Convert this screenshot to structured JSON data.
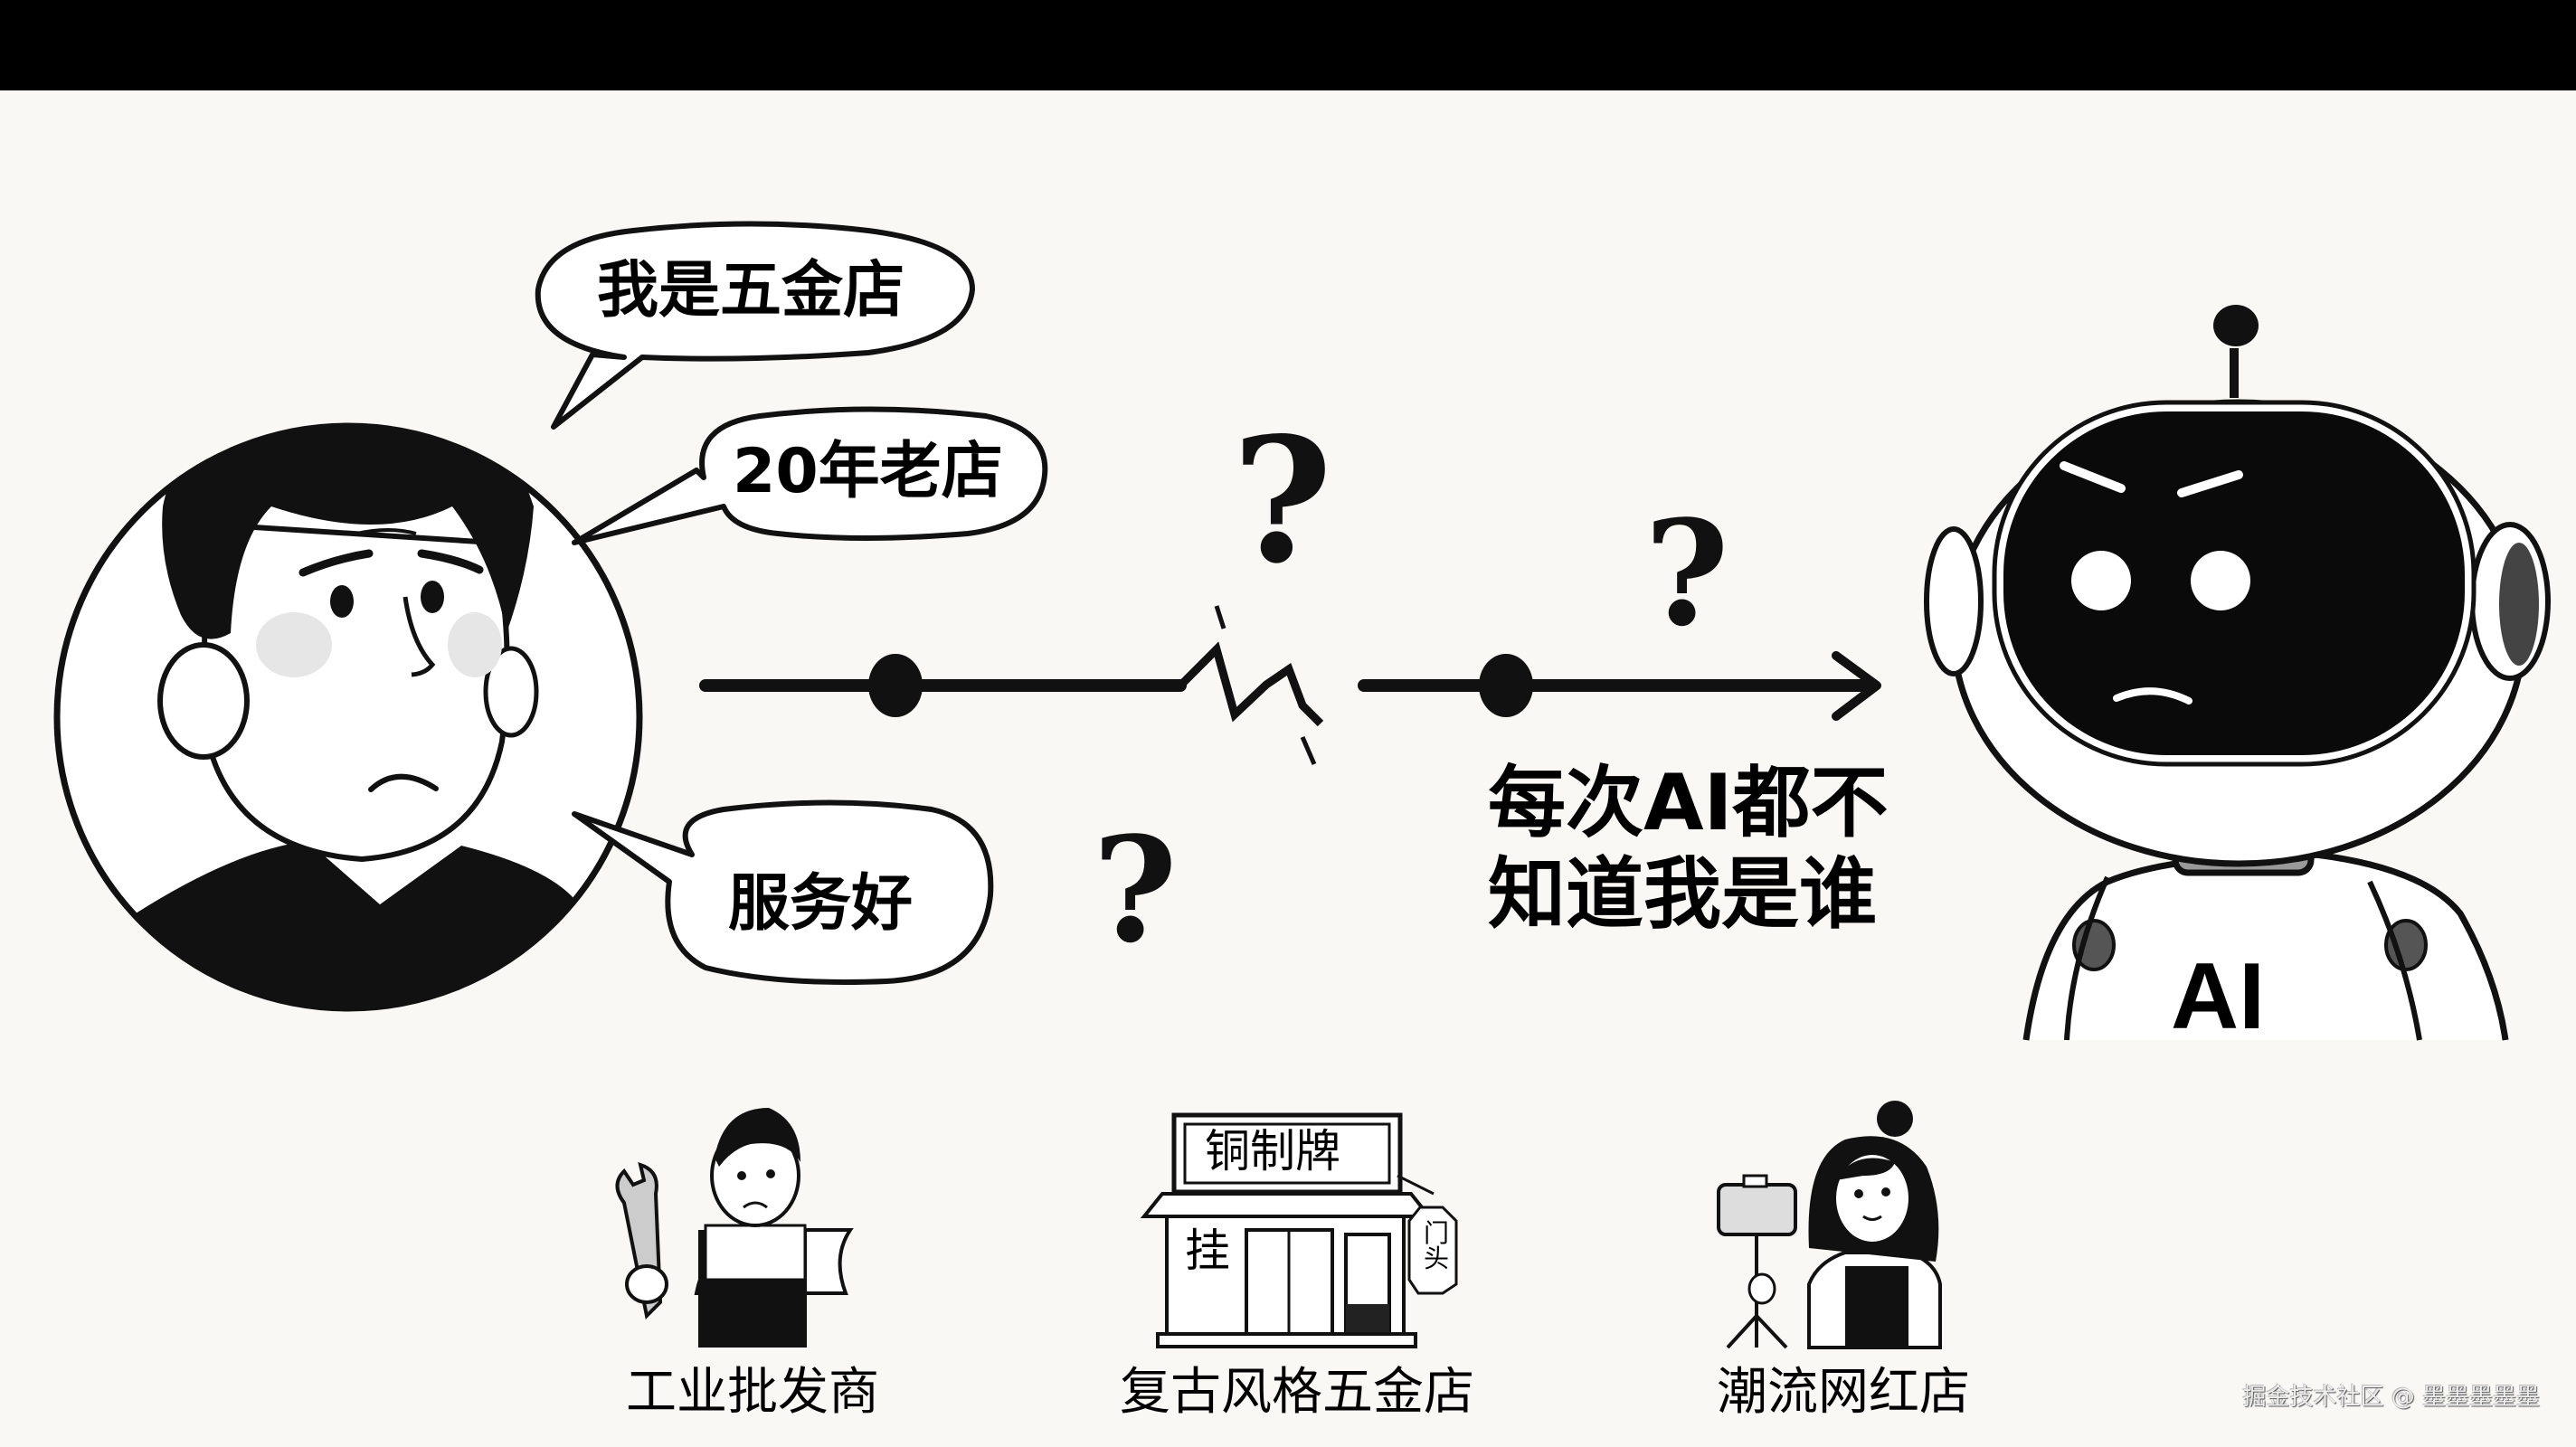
{
  "top_bar": {
    "color": "#000000"
  },
  "background_color": "#faf8f4",
  "speech_bubbles": [
    {
      "id": "bubble-1",
      "text": "我是五金店"
    },
    {
      "id": "bubble-2",
      "text": "20年老店"
    },
    {
      "id": "bubble-3",
      "text": "服务好"
    }
  ],
  "timeline": {
    "nodes": 2,
    "break": "zigzag",
    "direction": "right-arrow",
    "question_marks": [
      "?",
      "?",
      "?"
    ]
  },
  "headline": "每次AI都不\n知道我是谁",
  "robot": {
    "chest_label": "AI",
    "expression": "angry"
  },
  "personas": [
    {
      "caption": "工业批发商",
      "icon": "worker-with-wrench-icon"
    },
    {
      "caption": "复古风格五金店",
      "icon": "retro-storefront-icon",
      "sign": "铜制牌",
      "side_text": "挂",
      "hanging_sign": "门头"
    },
    {
      "caption": "潮流网红店",
      "icon": "girl-with-phone-tripod-icon"
    }
  ],
  "watermark": "掘金技术社区 @ 墨墨墨墨墨"
}
